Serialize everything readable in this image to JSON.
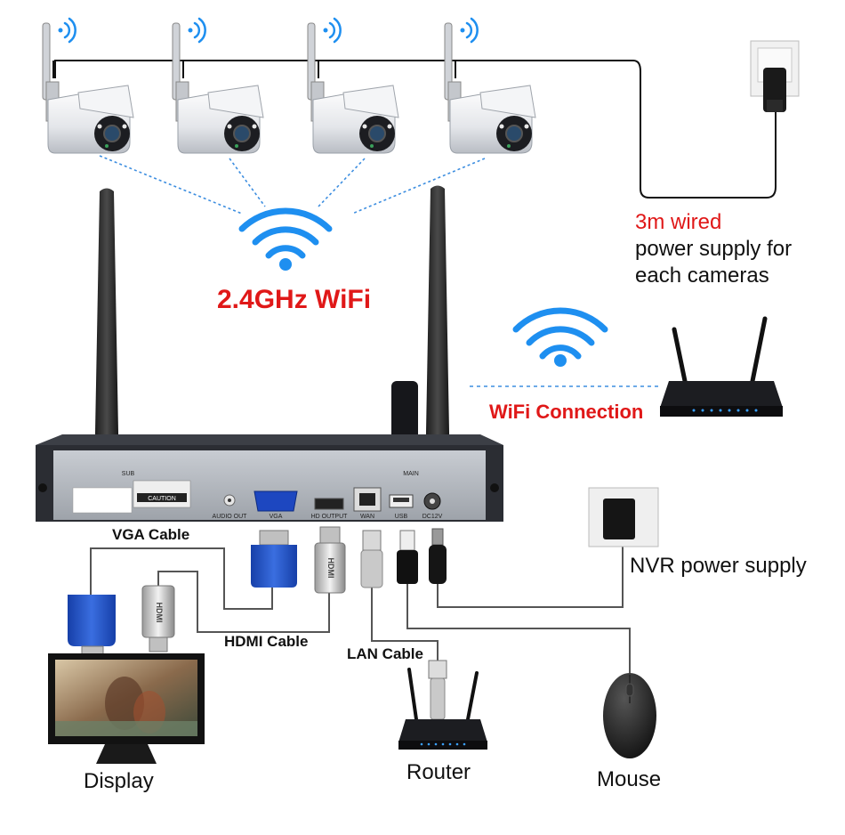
{
  "labels": {
    "wifi_band": "2.4GHz WiFi",
    "wifi_connection": "WiFi Connection",
    "power_wired": "3m wired",
    "power_line2": "power supply for",
    "power_line3": "each cameras",
    "nvr_power": "NVR power supply",
    "vga_cable": "VGA Cable",
    "hdmi_cable": "HDMI Cable",
    "lan_cable": "LAN Cable",
    "display": "Display",
    "router": "Router",
    "mouse": "Mouse"
  },
  "nvr_ports": {
    "audio_out": "AUDIO OUT",
    "vga": "VGA",
    "hd_output": "HD OUTPUT",
    "wan": "WAN",
    "usb": "USB",
    "dc12v": "DC12V",
    "caution": "CAUTION",
    "sub": "SUB",
    "main": "MAIN"
  },
  "connector_marks": {
    "hdmi": "HDMI"
  },
  "camera_count": 4,
  "colors": {
    "wifi_blue": "#1e8ff0",
    "accent_red": "#e01818",
    "cable_gray": "#555555",
    "nvr_body": "#2b2d33",
    "vga_blue": "#2050c8"
  }
}
